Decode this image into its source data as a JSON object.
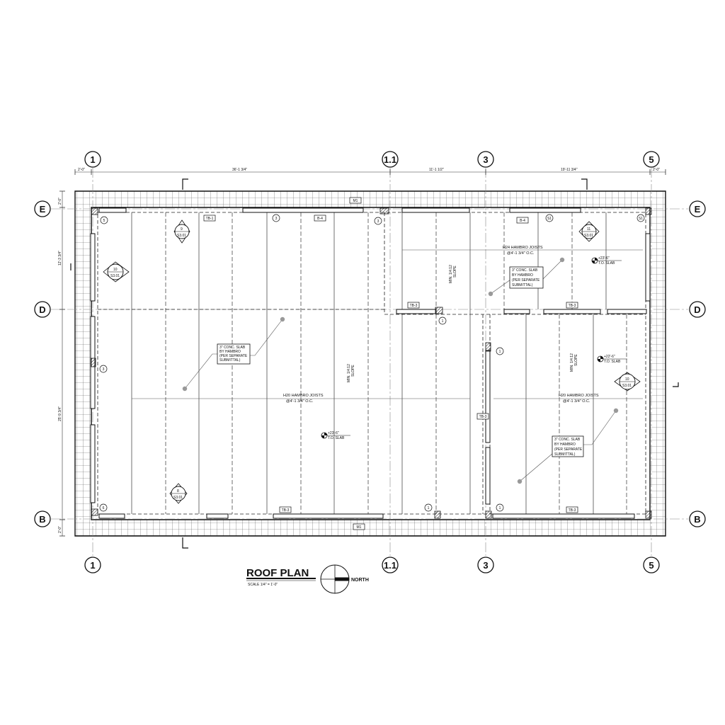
{
  "sheet": {
    "title": "ROOF PLAN",
    "scale": "SCALE 1/4\" = 1'-0\"",
    "north": "NORTH"
  },
  "grid_columns": [
    "1",
    "1.1",
    "3",
    "5"
  ],
  "grid_rows": [
    "E",
    "D",
    "B"
  ],
  "dims_top": [
    "2'-0\"",
    "36'-1 3/4\"",
    "11'-1 1/2\"",
    "19'-11 3/4\"",
    "2'-0\""
  ],
  "dims_left": [
    "2'-0\"",
    "12'-3 3/4\"",
    "25'-9 3/4\"",
    "2'-0\""
  ],
  "joist_labels": {
    "left": [
      "H20 HAMBRO JOISTS",
      "@4'-1 3/4\" O.C."
    ],
    "upper_right": [
      "H24 HAMBRO JOISTS",
      "@4'-1 3/4\" O.C."
    ],
    "lower_right": [
      "H20 HAMBRO JOISTS",
      "@4'-1 3/4\" O.C."
    ]
  },
  "slab_notes": {
    "left": [
      "3\" CONC. SLAB",
      "BY HAMBRO",
      "(PER SEPARATE",
      "SUBMITTAL)"
    ],
    "upper_right": [
      "3\" CONC. SLAB",
      "BY HAMBRO",
      "(PER SEPARATE",
      "SUBMITTAL)"
    ],
    "lower_right": [
      "3\" CONC. SLAB",
      "BY HAMBRO",
      "(PER SEPARATE",
      "SUBMITTAL)"
    ]
  },
  "slope_labels": {
    "left": [
      "MIN. 1/4:12",
      "SLOPE"
    ],
    "upper": [
      "MIN. 1/4:12",
      "SLOPE"
    ],
    "right": [
      "MIN. 1/4:12",
      "SLOPE"
    ]
  },
  "elev_labels": {
    "left": [
      "+23'-6\"",
      "T.O. SLAB"
    ],
    "upper_right": [
      "+23'-6\"",
      "T.O. SLAB"
    ],
    "lower_right": [
      "+22'-6\"",
      "T.O. SLAB"
    ]
  },
  "section_marks": [
    {
      "num": "9",
      "sheet": "S3.01"
    },
    {
      "num": "10",
      "sheet": "S3.01"
    },
    {
      "num": "8",
      "sheet": "S3.01"
    },
    {
      "num": "11",
      "sheet": "S3.01"
    },
    {
      "num": "10",
      "sheet": "S3.01"
    }
  ],
  "beam_tags": [
    "TB-1",
    "B-4",
    "B-4",
    "TB-3",
    "TB-3",
    "TB-3",
    "TB-3",
    "TB-3",
    "M1",
    "M1"
  ],
  "column_tags": [
    "5",
    "3",
    "3",
    "6",
    "3",
    "1",
    "1",
    "1",
    "1",
    "S1",
    "S1"
  ]
}
